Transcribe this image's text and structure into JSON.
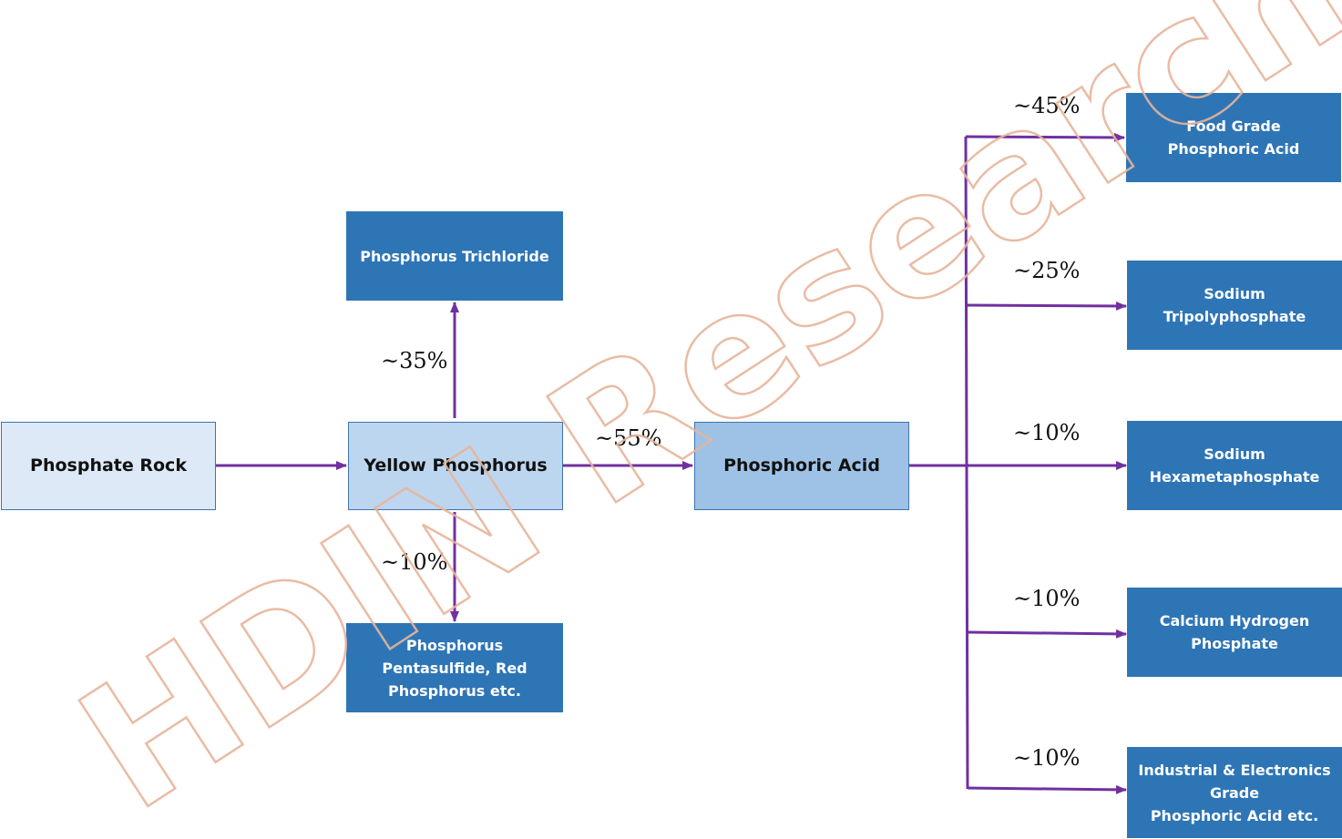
{
  "nodes": {
    "rock": "Phosphate Rock",
    "yellow": "Yellow Phosphorus",
    "acid": "Phosphoric Acid",
    "trichloride": "Phosphorus Trichloride",
    "pentasulfide": "Phosphorus\nPentasulfide, Red\nPhosphorus etc.",
    "food": "Food Grade\nPhosphoric Acid",
    "stpp": "Sodium\nTripolyphosphate",
    "shmp": "Sodium\nHexametaphosphate",
    "dcp": "Calcium Hydrogen\nPhosphate",
    "industrial": "Industrial & Electronics\nGrade\nPhosphoric Acid etc."
  },
  "percentages": {
    "trichloride": "~35%",
    "acid": "~55%",
    "pentasulfide": "~10%",
    "food": "~45%",
    "stpp": "~25%",
    "shmp": "~10%",
    "dcp": "~10%",
    "industrial": "~10%"
  },
  "watermark": "HDIN Research",
  "colors": {
    "arrow": "#7030a0",
    "box_dark": "#2e75b6",
    "box_light": "#dde9f6",
    "box_mid": "#bcd6ef",
    "box_midd": "#9dc2e6",
    "watermark": "#e8b49a"
  }
}
